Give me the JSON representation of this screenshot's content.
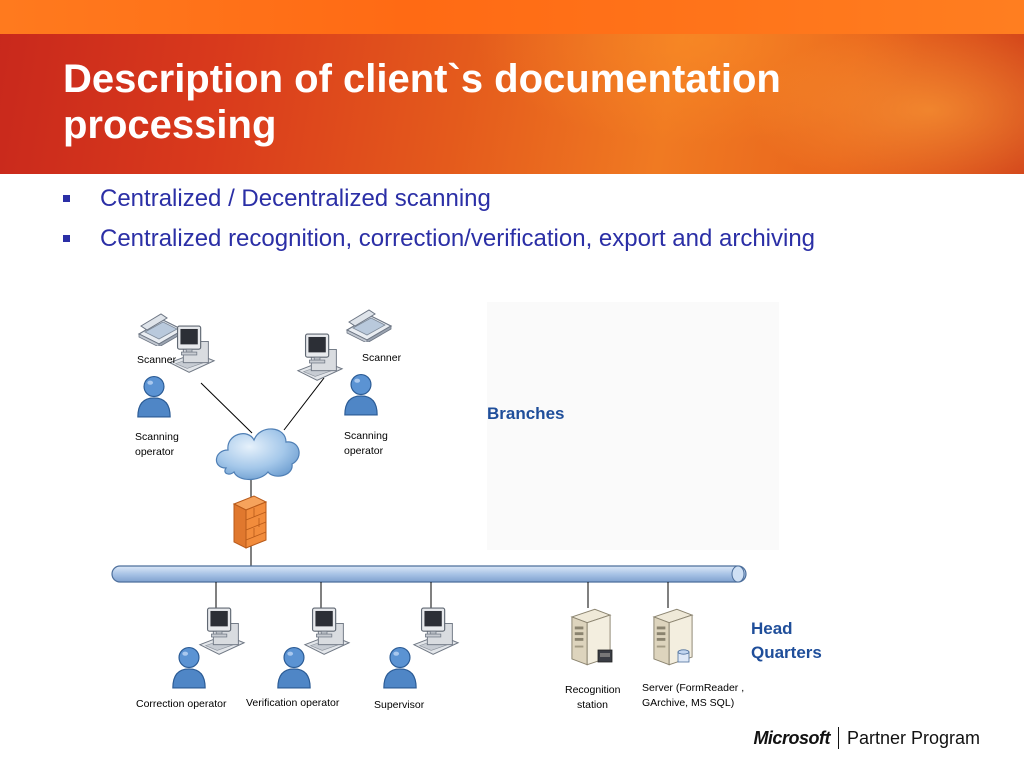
{
  "slide": {
    "title": "Description of client`s documentation processing",
    "bullets": [
      "Centralized / Decentralized scanning",
      "Centralized recognition, correction/verification, export and archiving"
    ]
  },
  "diagram": {
    "branches_label": "Branches",
    "hq_label_line1": "Head",
    "hq_label_line2": "Quarters",
    "left_scanner_label": "Scanner",
    "left_operator_line1": "Scanning",
    "left_operator_line2": "operator",
    "right_scanner_label": "Scanner",
    "right_operator_line1": "Scanning",
    "right_operator_line2": "operator",
    "correction_label": "Correction operator",
    "verification_label": "Verification operator",
    "supervisor_label": "Supervisor",
    "recognition_line1": "Recognition",
    "recognition_line2": "station",
    "server_line1": "Server (FormReader ,",
    "server_line2": "GArchive, MS SQL)"
  },
  "footer": {
    "brand": "Microsoft",
    "program": "Partner Program"
  },
  "colors": {
    "header_orange": "#f07a22",
    "header_red": "#c8281c",
    "bullet_text": "#2b2fa6",
    "diagram_label": "#1f4e9a",
    "bus": "#a9c4e6"
  }
}
